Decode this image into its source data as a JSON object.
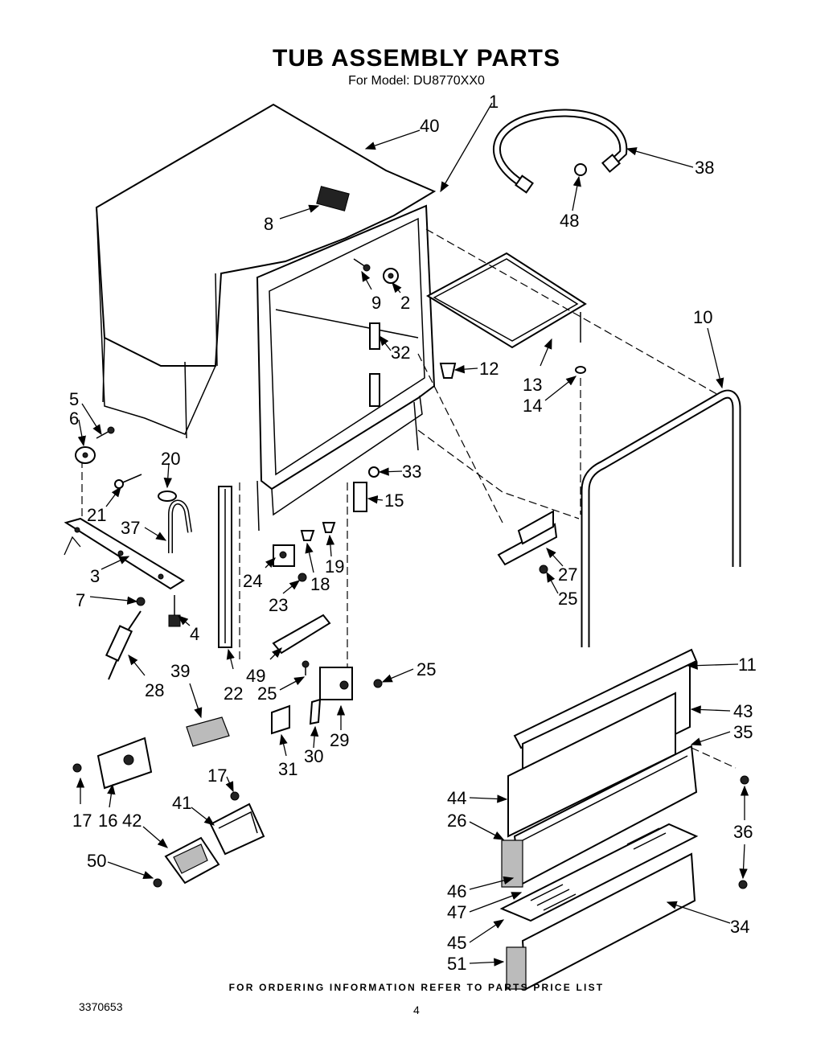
{
  "header": {
    "title": "TUB ASSEMBLY PARTS",
    "subtitle": "For Model: DU8770XX0"
  },
  "footer": {
    "ordering_note": "FOR ORDERING INFORMATION REFER TO PARTS PRICE LIST",
    "document_number": "3370653",
    "page_number": "4"
  },
  "callouts": [
    "1",
    "2",
    "3",
    "4",
    "5",
    "6",
    "7",
    "8",
    "9",
    "10",
    "11",
    "12",
    "13",
    "14",
    "15",
    "16",
    "17",
    "17",
    "18",
    "19",
    "20",
    "21",
    "22",
    "23",
    "24",
    "25",
    "25",
    "25",
    "26",
    "27",
    "28",
    "29",
    "30",
    "31",
    "32",
    "33",
    "34",
    "35",
    "36",
    "37",
    "38",
    "39",
    "40",
    "41",
    "42",
    "43",
    "44",
    "45",
    "46",
    "47",
    "48",
    "49",
    "50",
    "51"
  ]
}
